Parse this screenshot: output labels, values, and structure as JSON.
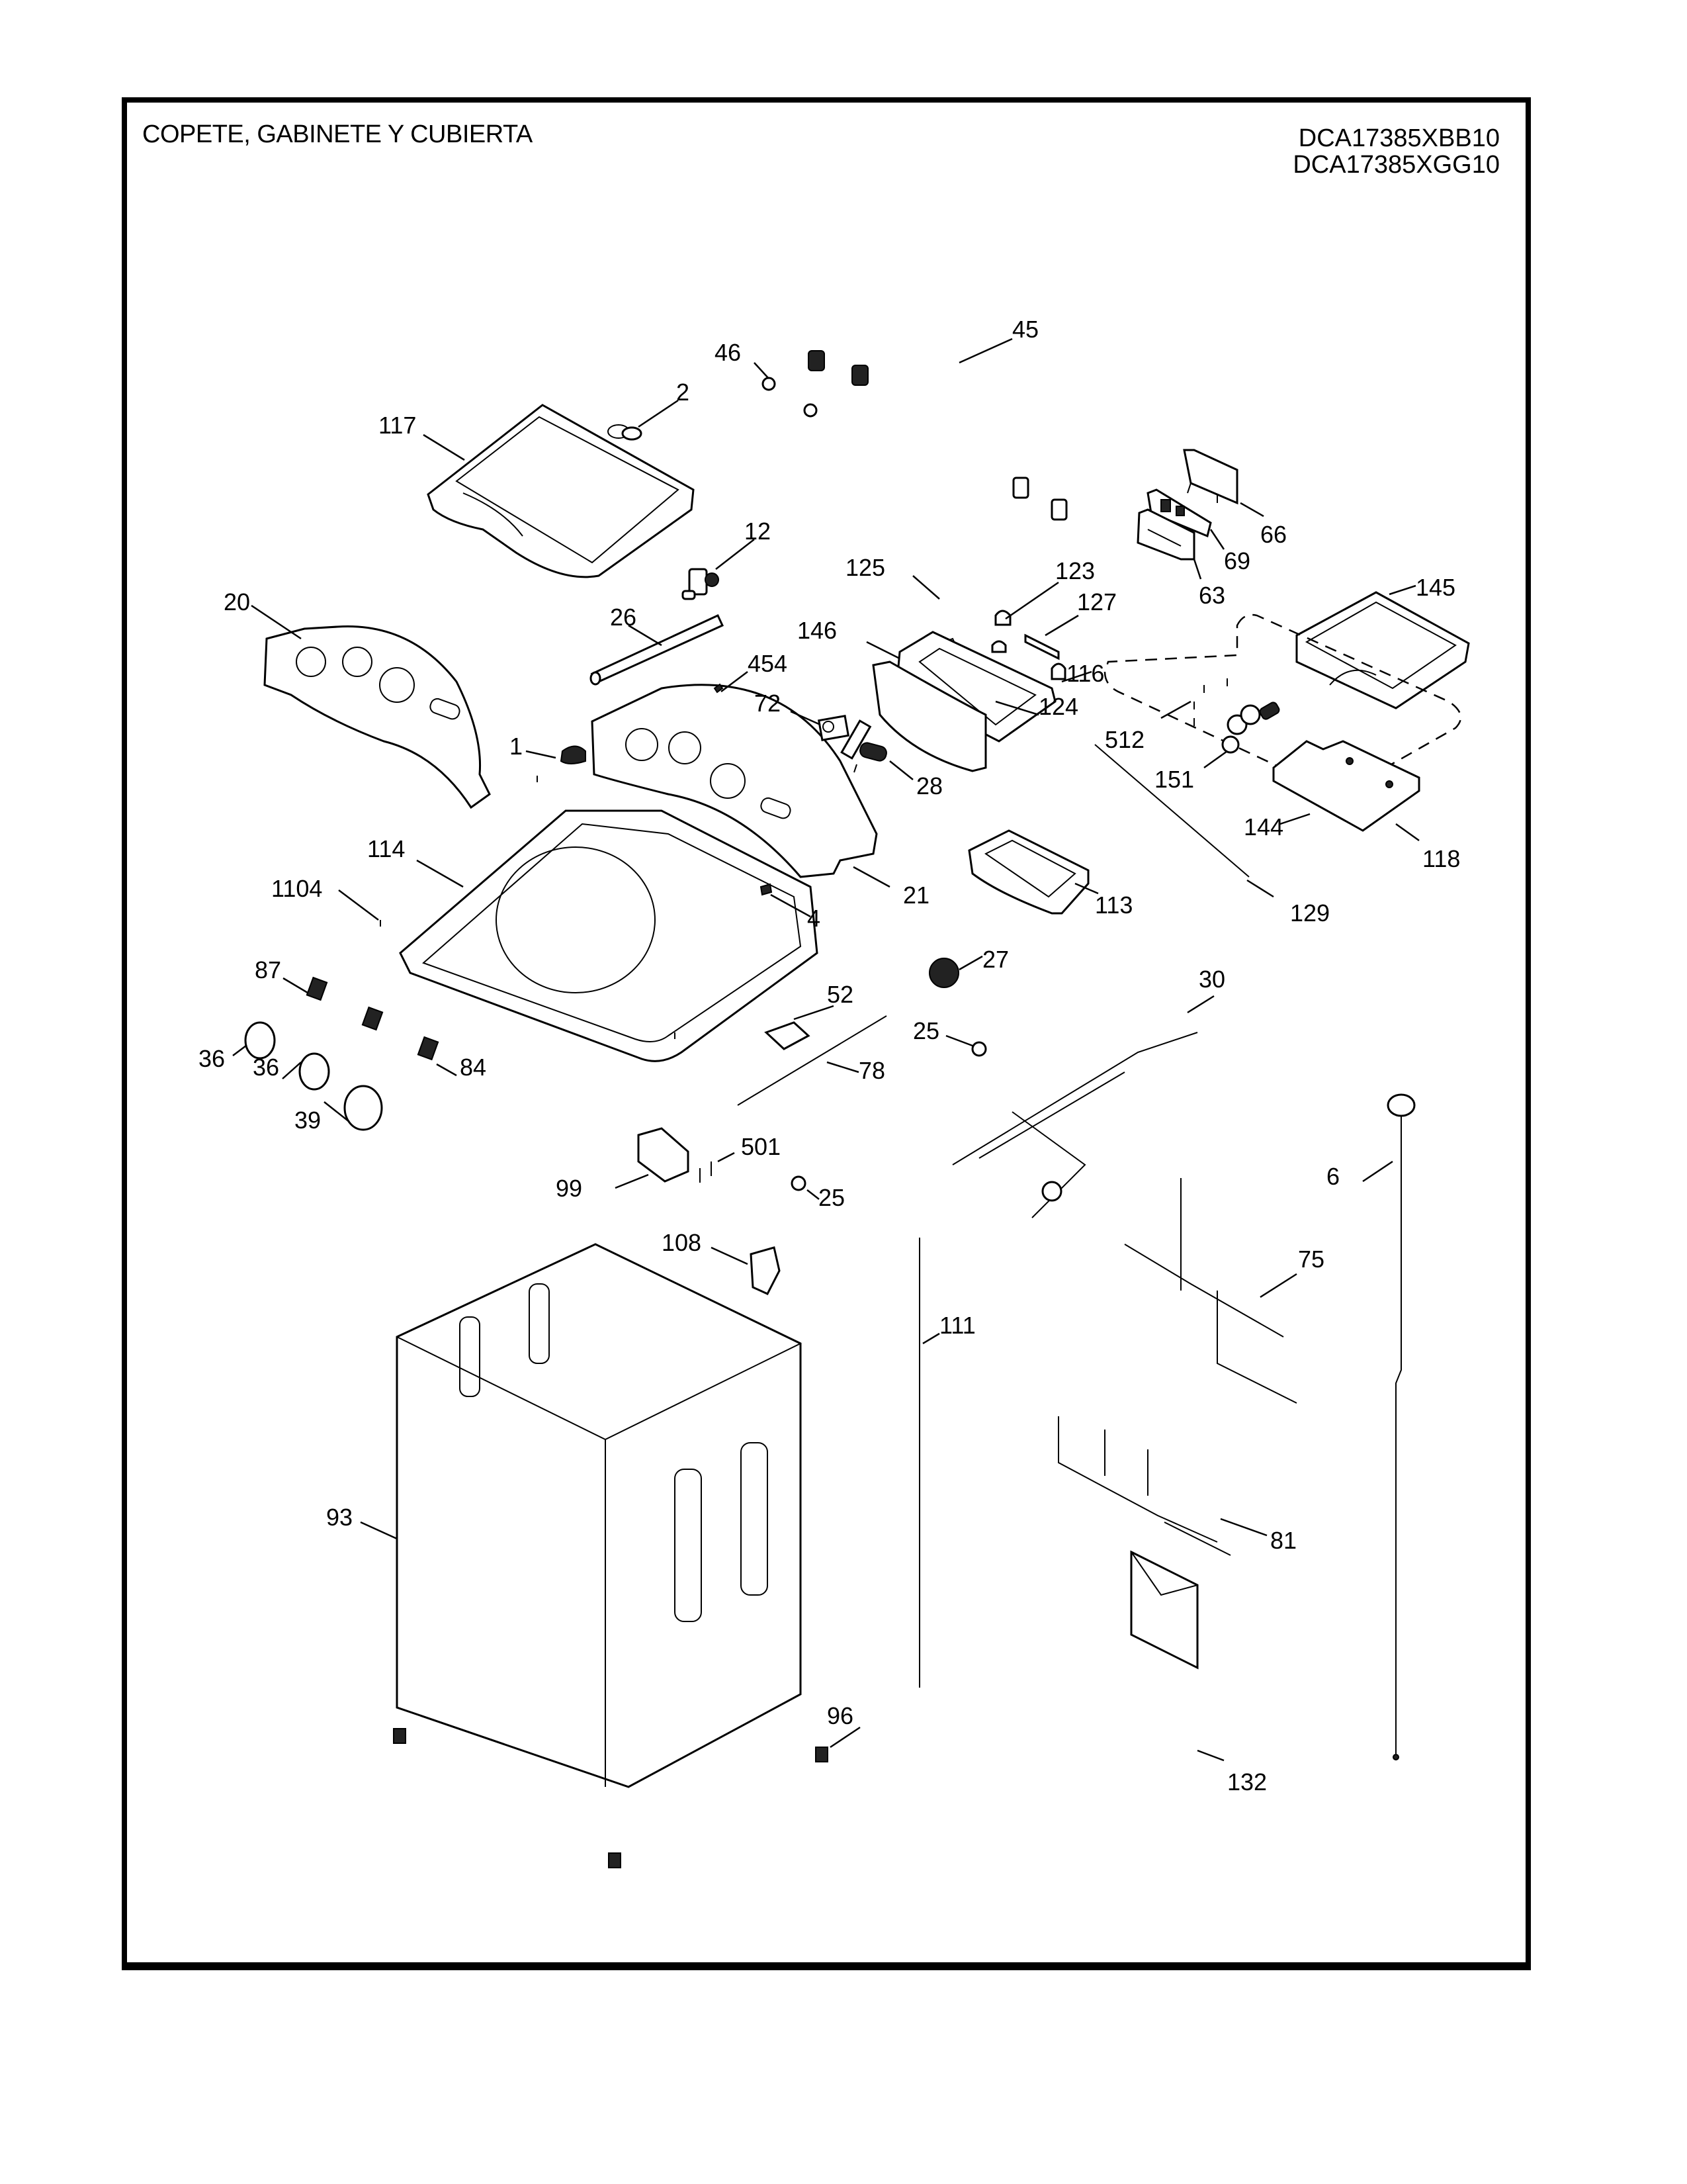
{
  "header": {
    "title": "COPETE, GABINETE Y CUBIERTA",
    "models": [
      "DCA17385XBB10",
      "DCA17385XGG10"
    ]
  },
  "callouts": [
    {
      "id": "45",
      "part": "inlet-hoses"
    },
    {
      "id": "46",
      "part": "hose-washers"
    },
    {
      "id": "2",
      "part": "lid-bumper"
    },
    {
      "id": "117",
      "part": "lid"
    },
    {
      "id": "12",
      "part": "inlet-valve"
    },
    {
      "id": "66",
      "part": "bracket"
    },
    {
      "id": "69",
      "part": "control-board"
    },
    {
      "id": "63",
      "part": "board-housing"
    },
    {
      "id": "125",
      "part": "pin"
    },
    {
      "id": "123",
      "part": "cap"
    },
    {
      "id": "127",
      "part": "slide"
    },
    {
      "id": "145",
      "part": "dispenser-housing"
    },
    {
      "id": "20",
      "part": "control-panel-overlay"
    },
    {
      "id": "26",
      "part": "tube"
    },
    {
      "id": "146",
      "part": "dispenser-front"
    },
    {
      "id": "116",
      "part": "clip"
    },
    {
      "id": "454",
      "part": "screw"
    },
    {
      "id": "124",
      "part": "dispenser-drawer"
    },
    {
      "id": "72",
      "part": "switch-board"
    },
    {
      "id": "512",
      "part": "screws"
    },
    {
      "id": "1",
      "part": "knob"
    },
    {
      "id": "151",
      "part": "valve-assembly"
    },
    {
      "id": "28",
      "part": "button"
    },
    {
      "id": "144",
      "part": "valve-bracket"
    },
    {
      "id": "118",
      "part": "valve-kit"
    },
    {
      "id": "114",
      "part": "top-cover"
    },
    {
      "id": "21",
      "part": "console"
    },
    {
      "id": "1104",
      "part": "screw"
    },
    {
      "id": "4",
      "part": "lid-switch"
    },
    {
      "id": "113",
      "part": "dispenser-drawer-assembly"
    },
    {
      "id": "129",
      "part": "rod"
    },
    {
      "id": "27",
      "part": "pressure-switch"
    },
    {
      "id": "30",
      "part": "wire-harness"
    },
    {
      "id": "87",
      "part": "switch"
    },
    {
      "id": "52",
      "part": "plate"
    },
    {
      "id": "25",
      "part": "clamp"
    },
    {
      "id": "36",
      "part": "knob"
    },
    {
      "id": "84",
      "part": "switch"
    },
    {
      "id": "78",
      "part": "hinge-rod"
    },
    {
      "id": "39",
      "part": "knob"
    },
    {
      "id": "501",
      "part": "screws"
    },
    {
      "id": "99",
      "part": "terminal-block"
    },
    {
      "id": "6",
      "part": "power-cord"
    },
    {
      "id": "108",
      "part": "corner-bracket"
    },
    {
      "id": "75",
      "part": "wire-harness"
    },
    {
      "id": "111",
      "part": "drain-hose"
    },
    {
      "id": "93",
      "part": "cabinet"
    },
    {
      "id": "81",
      "part": "wire-harness"
    },
    {
      "id": "96",
      "part": "leveling-leg"
    },
    {
      "id": "132",
      "part": "literature-envelope"
    }
  ]
}
